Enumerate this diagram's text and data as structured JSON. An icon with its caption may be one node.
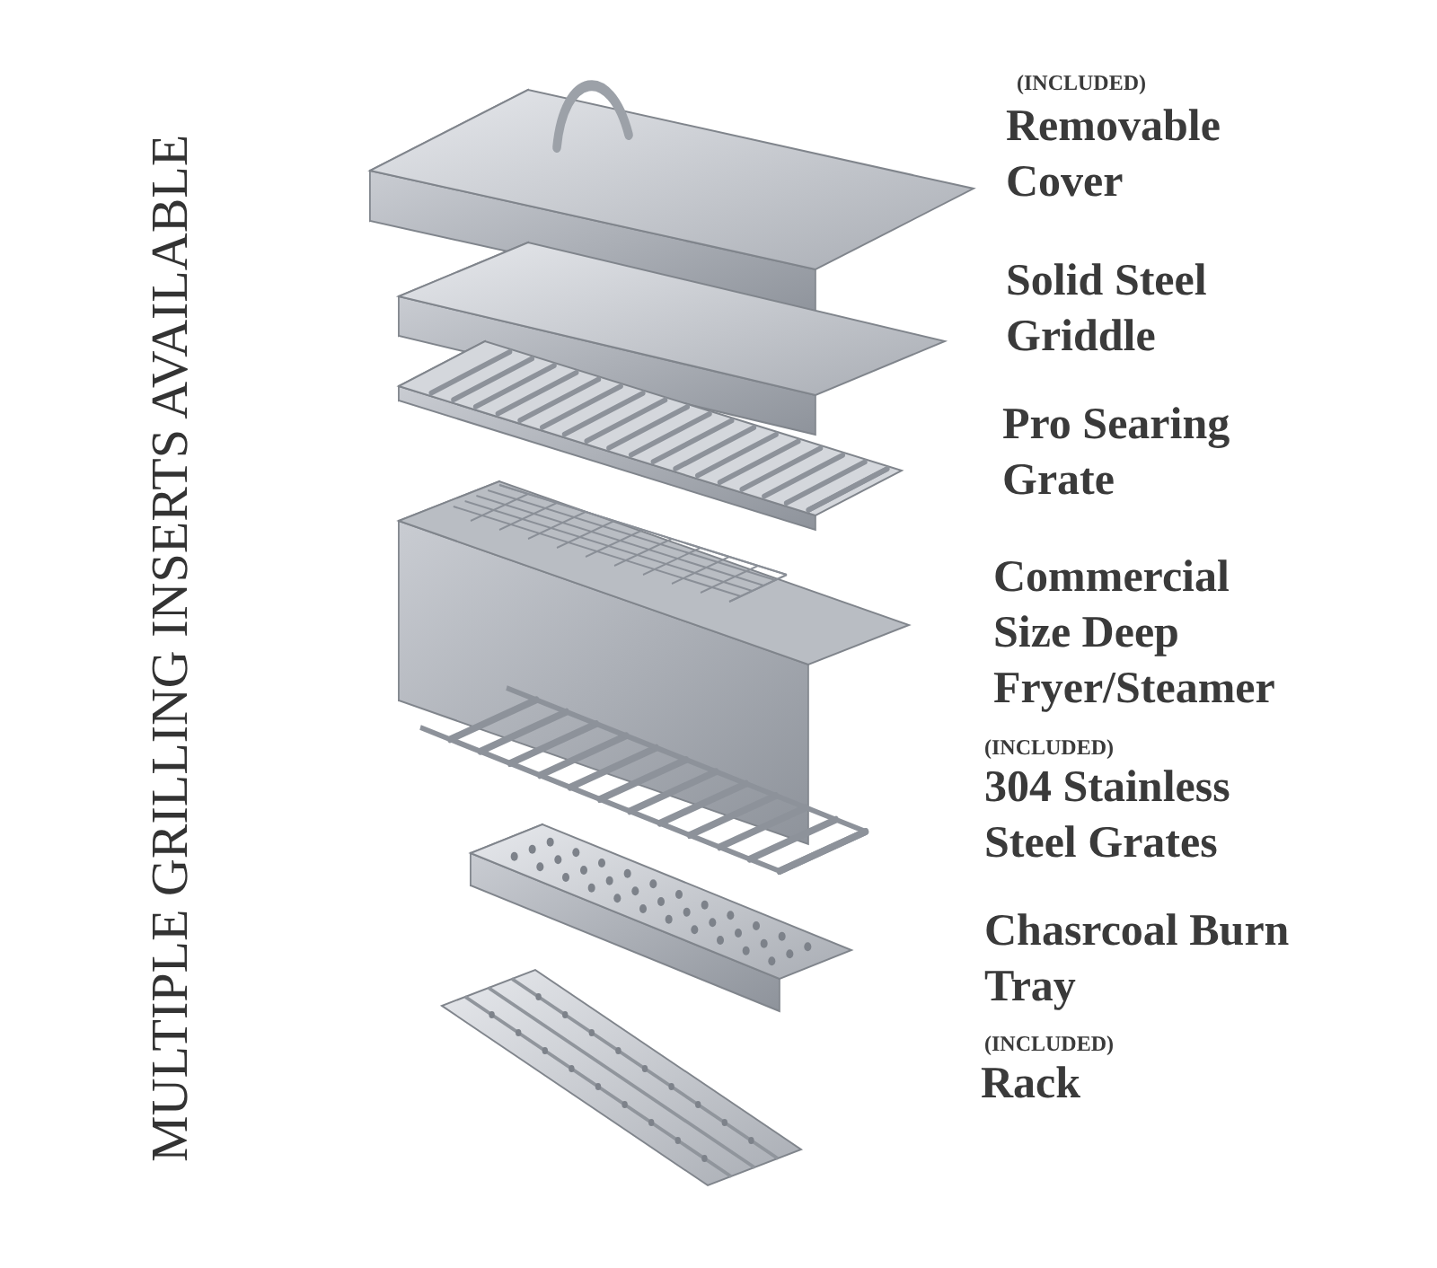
{
  "diagram": {
    "title": "MULTIPLE GRILLING INSERTS AVAILABLE",
    "labels": [
      "(INCLUDED)",
      "Removable Cover",
      "Solid Steel Griddle",
      "Pro Searing Grate",
      "Commercial Size Deep Fryer/Steamer",
      "(INCLUDED)",
      "304 Stainless Steel Grates",
      "Chasrcoal Burn Tray",
      "(INCLUDED)",
      "Rack"
    ]
  }
}
